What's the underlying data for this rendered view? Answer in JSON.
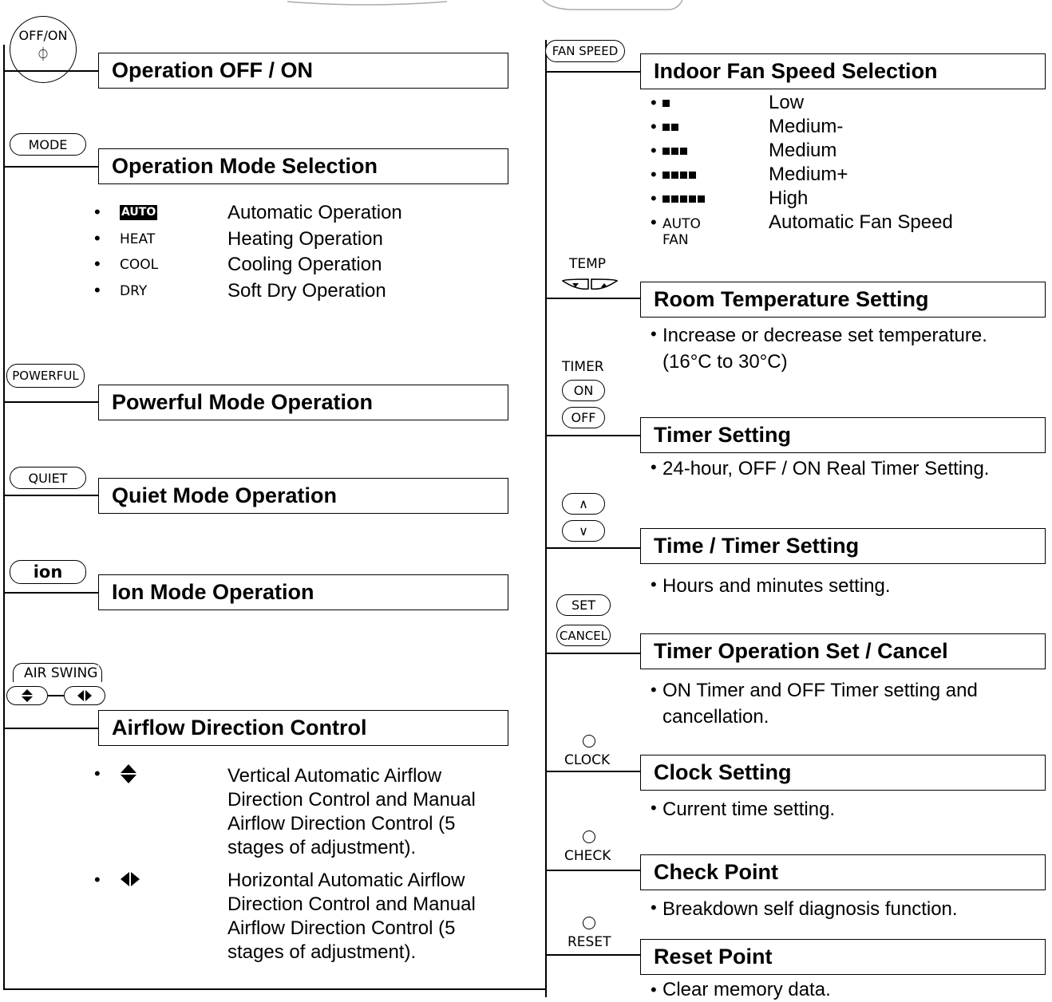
{
  "left": {
    "off_on": {
      "button": "OFF/ON",
      "symbol": "⏀",
      "header": "Operation OFF / ON"
    },
    "mode": {
      "button": "MODE",
      "header": "Operation Mode Selection",
      "items": [
        {
          "key": "AUTO",
          "label": "Automatic Operation"
        },
        {
          "key": "HEAT",
          "label": "Heating Operation"
        },
        {
          "key": "COOL",
          "label": "Cooling Operation"
        },
        {
          "key": "DRY",
          "label": "Soft Dry Operation"
        }
      ]
    },
    "powerful": {
      "button": "POWERFUL",
      "header": "Powerful Mode Operation"
    },
    "quiet": {
      "button": "QUIET",
      "header": "Quiet Mode Operation"
    },
    "ion": {
      "button": "ion",
      "header": "Ion Mode Operation"
    },
    "air_swing": {
      "button": "AIR SWING",
      "header": "Airflow Direction Control",
      "items": [
        {
          "icon": "vertical-arrows-icon",
          "lines": [
            "Vertical Automatic Airflow",
            "Direction Control and Manual",
            "Airflow Direction Control (5",
            "stages of adjustment)."
          ]
        },
        {
          "icon": "horizontal-arrows-icon",
          "lines": [
            "Horizontal Automatic Airflow",
            "Direction Control and Manual",
            "Airflow Direction Control (5",
            "stages of adjustment)."
          ]
        }
      ]
    }
  },
  "right": {
    "fan_speed": {
      "button": "FAN SPEED",
      "header": "Indoor Fan Speed Selection",
      "levels": [
        {
          "bars": 1,
          "label": "Low"
        },
        {
          "bars": 2,
          "label": "Medium-"
        },
        {
          "bars": 3,
          "label": "Medium"
        },
        {
          "bars": 4,
          "label": "Medium+"
        },
        {
          "bars": 5,
          "label": "High"
        }
      ],
      "auto": {
        "key_line1": "AUTO",
        "key_line2": "FAN",
        "label": "Automatic Fan Speed"
      }
    },
    "temp": {
      "button": "TEMP",
      "header": "Room Temperature Setting",
      "line1": "Increase or decrease set temperature.",
      "line2": "(16°C to 30°C)"
    },
    "timer": {
      "label": "TIMER",
      "on": "ON",
      "off": "OFF",
      "header": "Timer Setting",
      "desc": "24-hour, OFF / ON Real Timer Setting."
    },
    "time": {
      "up": "∧",
      "down": "∨",
      "header": "Time / Timer Setting",
      "desc": "Hours and minutes setting."
    },
    "set_cancel": {
      "set": "SET",
      "cancel": "CANCEL",
      "header": "Timer Operation Set / Cancel",
      "line1": "ON Timer and OFF Timer setting and",
      "line2": "cancellation."
    },
    "clock": {
      "button": "CLOCK",
      "header": "Clock Setting",
      "desc": "Current time setting."
    },
    "check": {
      "button": "CHECK",
      "header": "Check Point",
      "desc": "Breakdown self diagnosis function."
    },
    "reset": {
      "button": "RESET",
      "header": "Reset Point",
      "desc": "Clear memory data."
    }
  }
}
